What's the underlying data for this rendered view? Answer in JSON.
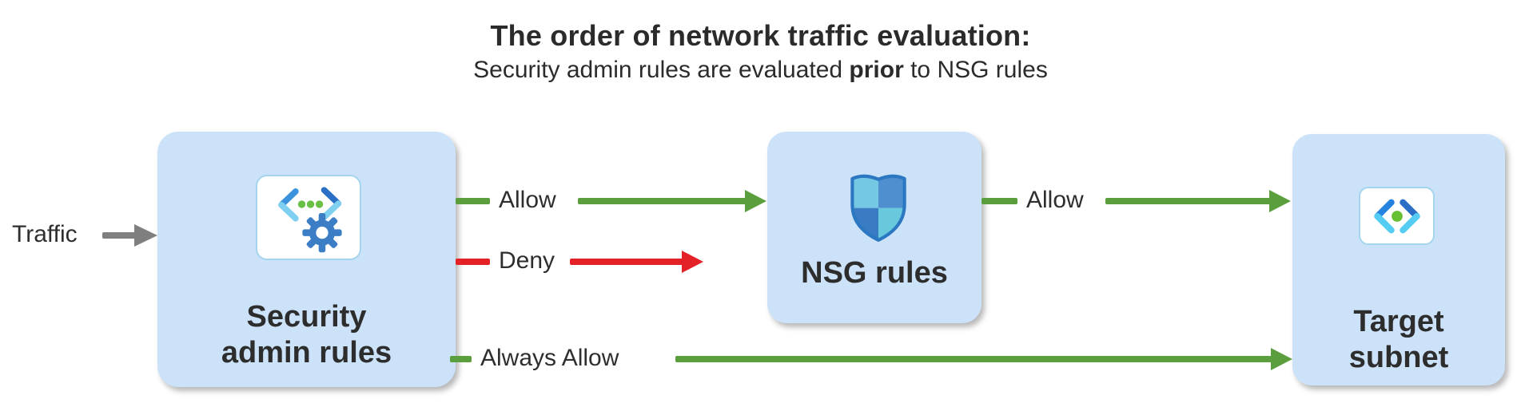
{
  "title": "The order of network traffic evaluation:",
  "subtitle": {
    "pre": "Security admin rules are evaluated ",
    "bold": "prior",
    "post": " to NSG rules"
  },
  "traffic": {
    "label": "Traffic",
    "icon": "arrow-right-icon"
  },
  "nodes": {
    "security_admin": {
      "line1": "Security",
      "line2": "admin rules",
      "icon": "code-gear-icon"
    },
    "nsg": {
      "label": "NSG rules",
      "icon": "shield-icon"
    },
    "target": {
      "line1": "Target",
      "line2": "subnet",
      "icon": "code-brackets-icon"
    }
  },
  "arrows": {
    "allow_to_nsg": {
      "label": "Allow",
      "type": "allow"
    },
    "deny": {
      "label": "Deny",
      "type": "deny"
    },
    "allow_to_target": {
      "label": "Allow",
      "type": "allow"
    },
    "always_allow": {
      "label": "Always Allow",
      "type": "allow"
    }
  },
  "colors": {
    "allow_green": "#5b9e3e",
    "deny_red": "#e32127",
    "traffic_gray": "#7f7f7f",
    "node_fill": "#cce2f9",
    "text_dark": "#2e2e2e",
    "icon_blue": "#3b7ec6",
    "icon_bright_blue": "#2583df",
    "icon_cyan": "#55cdf2",
    "icon_green": "#67c032",
    "shield_border": "#2b77c2"
  }
}
